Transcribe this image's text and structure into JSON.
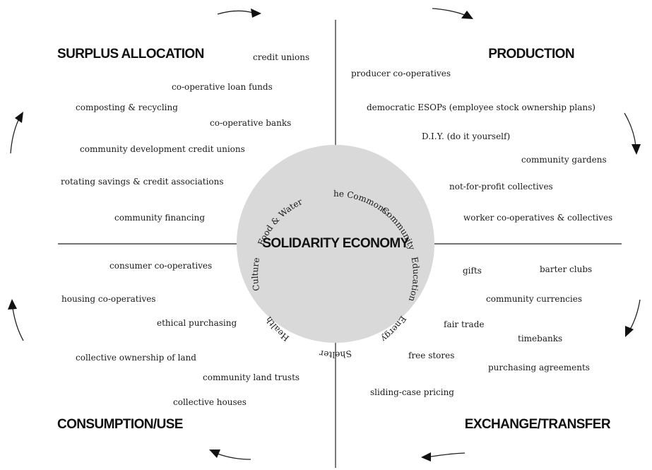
{
  "center": {
    "title": "SOLIDARITY ECONOMY",
    "ring_labels": [
      "The Commons:",
      "Community",
      "Education",
      "Energy",
      "Shelter",
      "Health",
      "Culture",
      "Food & Water"
    ],
    "circle_color": "#d9d9d9"
  },
  "quadrants": {
    "surplus_allocation": {
      "title": "SURPLUS ALLOCATION",
      "items": [
        "credit unions",
        "co-operative loan funds",
        "composting & recycling",
        "co-operative banks",
        "community development credit unions",
        "rotating savings & credit associations",
        "community financing"
      ]
    },
    "production": {
      "title": "PRODUCTION",
      "items": [
        "producer co-operatives",
        "democratic ESOPs (employee stock ownership plans)",
        "D.I.Y. (do it yourself)",
        "community gardens",
        "not-for-profit collectives",
        "worker co-operatives & collectives"
      ]
    },
    "consumption_use": {
      "title": "CONSUMPTION/USE",
      "items": [
        "consumer co-operatives",
        "housing co-operatives",
        "ethical purchasing",
        "collective ownership of land",
        "community land trusts",
        "collective houses"
      ]
    },
    "exchange_transfer": {
      "title": "EXCHANGE/TRANSFER",
      "items": [
        "gifts",
        "barter clubs",
        "community currencies",
        "fair trade",
        "timebanks",
        "free stores",
        "purchasing agreements",
        "sliding-case pricing"
      ]
    }
  }
}
